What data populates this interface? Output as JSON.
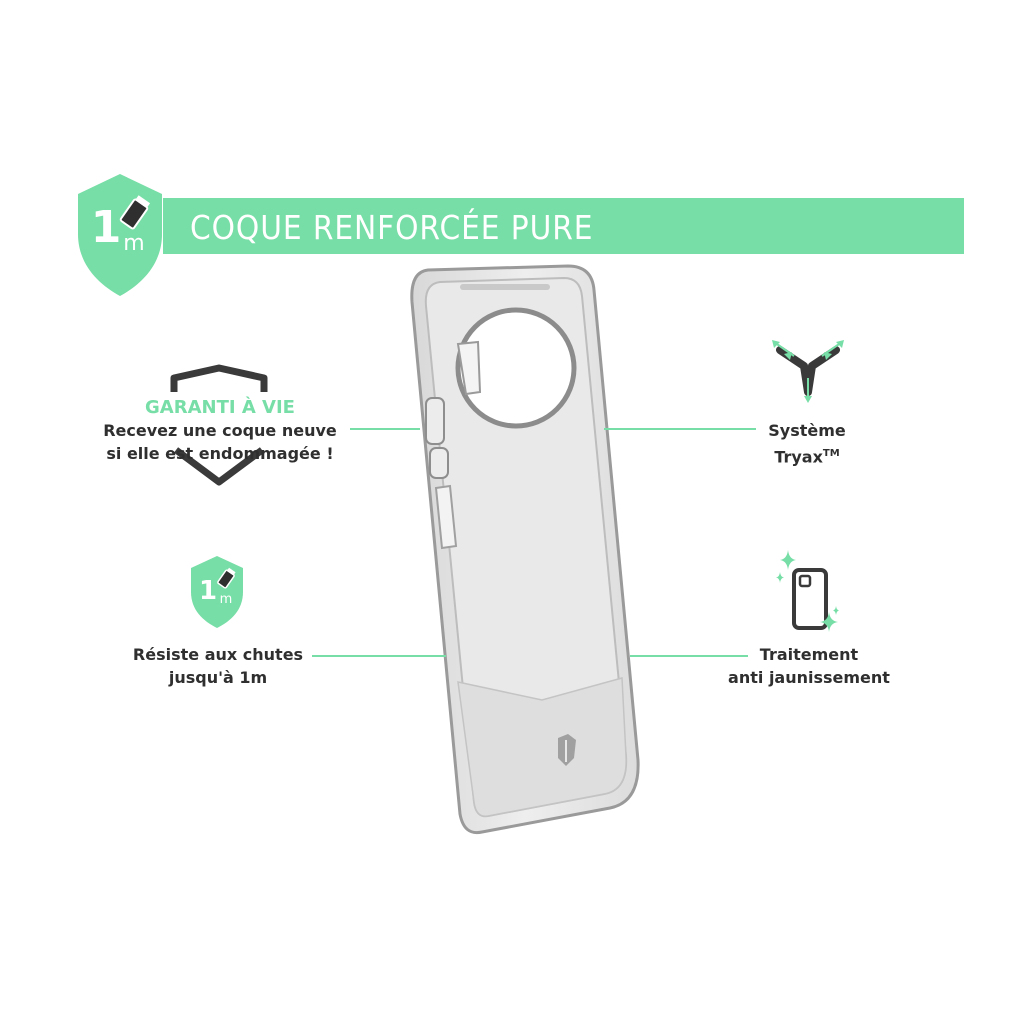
{
  "header": {
    "title": "COQUE RENFORCÉE PURE",
    "shield_number": "1",
    "shield_unit": "m"
  },
  "features": {
    "guarantee": {
      "title": "GARANTI À VIE",
      "line1": "Recevez une coque neuve",
      "line2": "si elle est endommagée !"
    },
    "drop": {
      "shield_number": "1",
      "shield_unit": "m",
      "line1": "Résiste aux chutes",
      "line2": "jusqu'à 1m"
    },
    "tryax": {
      "line1": "Système",
      "line2": "Tryax",
      "trademark": "TM"
    },
    "yellowing": {
      "line1": "Traitement",
      "line2": "anti jaunissement"
    }
  },
  "colors": {
    "accent": "#76dea6",
    "text": "#2f2f2f",
    "dark_icon": "#3a3a3a"
  }
}
